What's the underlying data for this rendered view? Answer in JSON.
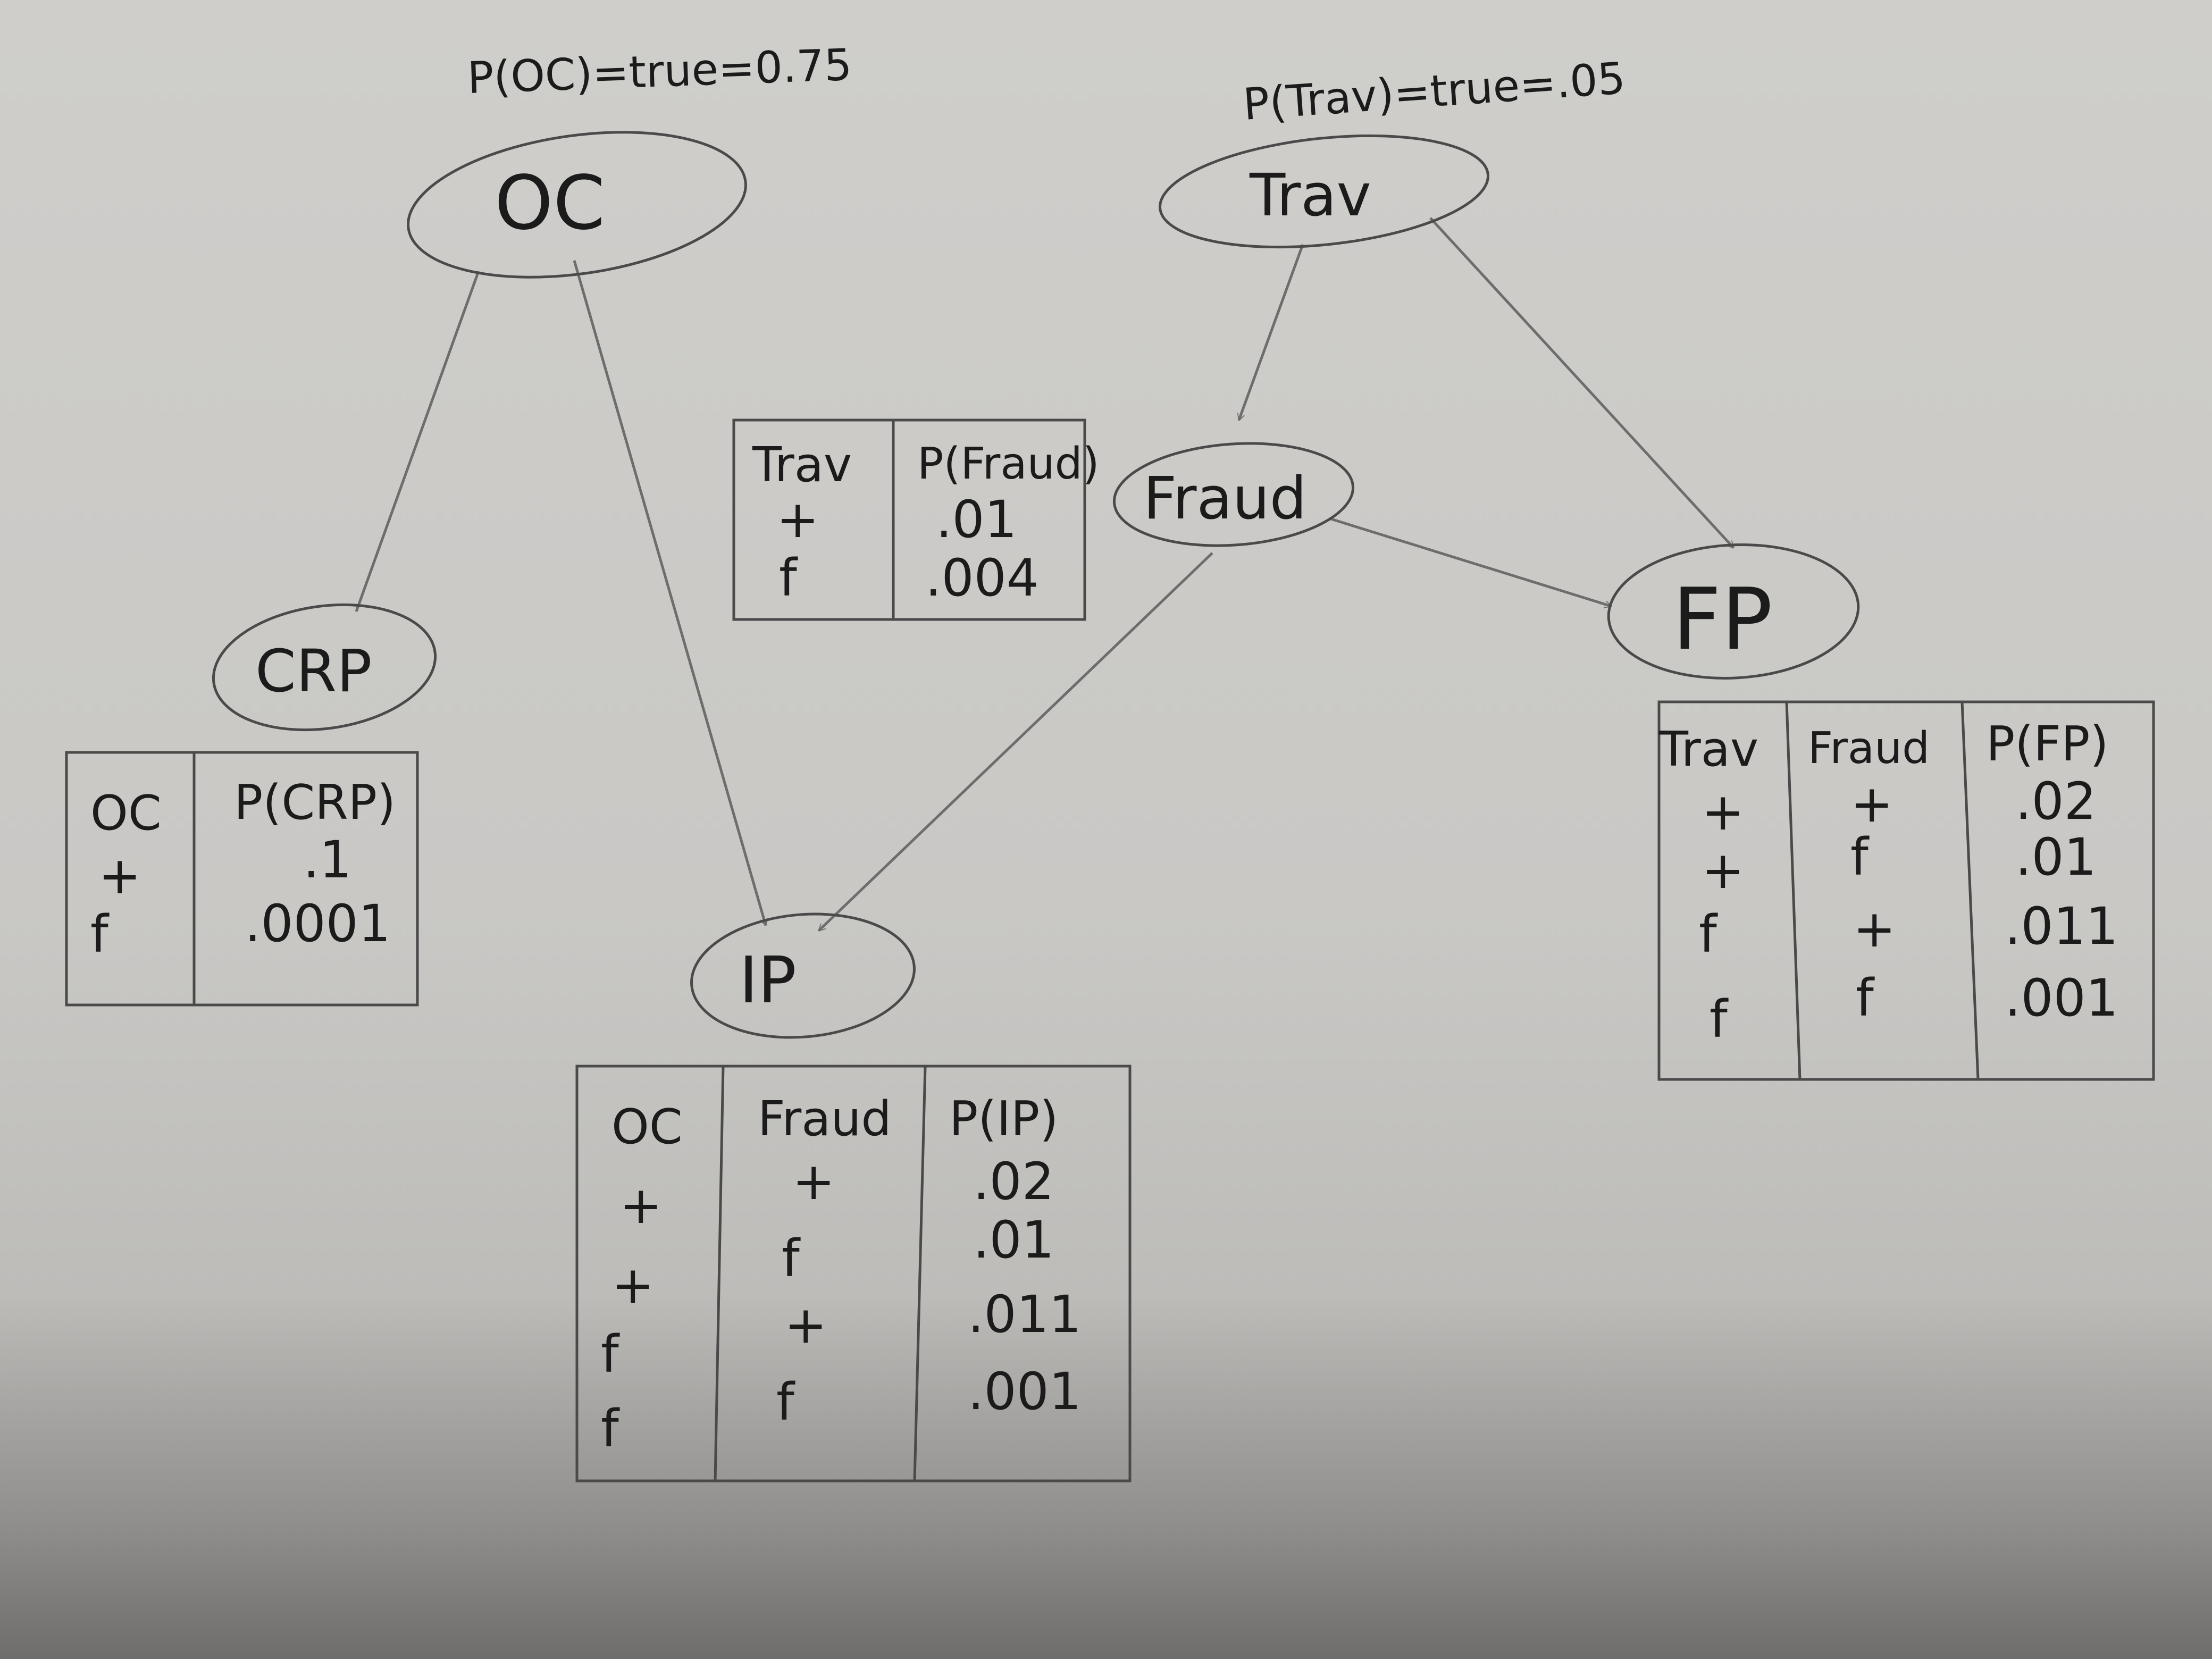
{
  "priors": {
    "oc": "P(OC)=true=0.75",
    "trav": "P(Trav)=true=.05"
  },
  "nodes": {
    "oc": "OC",
    "trav": "Trav",
    "fraud": "Fraud",
    "fp": "FP",
    "crp": "CRP",
    "ip": "IP"
  },
  "tables": {
    "fraud": {
      "headers": [
        "Trav",
        "P(Fraud)"
      ],
      "rows": [
        [
          "+",
          ".01"
        ],
        [
          "f",
          ".004"
        ]
      ]
    },
    "crp": {
      "headers": [
        "OC",
        "P(CRP)"
      ],
      "rows": [
        [
          "+",
          ".1"
        ],
        [
          "f",
          ".0001"
        ]
      ]
    },
    "ip": {
      "headers": [
        "OC",
        "Fraud",
        "P(IP)"
      ],
      "rows": [
        [
          "+",
          "+",
          ".02"
        ],
        [
          "+",
          "f",
          ".01"
        ],
        [
          "f",
          "+",
          ".011"
        ],
        [
          "f",
          "f",
          ".001"
        ]
      ]
    },
    "fp": {
      "headers": [
        "Trav",
        "Fraud",
        "P(FP)"
      ],
      "rows": [
        [
          "+",
          "+",
          ".02"
        ],
        [
          "+",
          "f",
          ".01"
        ],
        [
          "f",
          "+",
          ".011"
        ],
        [
          "f",
          "f",
          ".001"
        ]
      ]
    }
  }
}
